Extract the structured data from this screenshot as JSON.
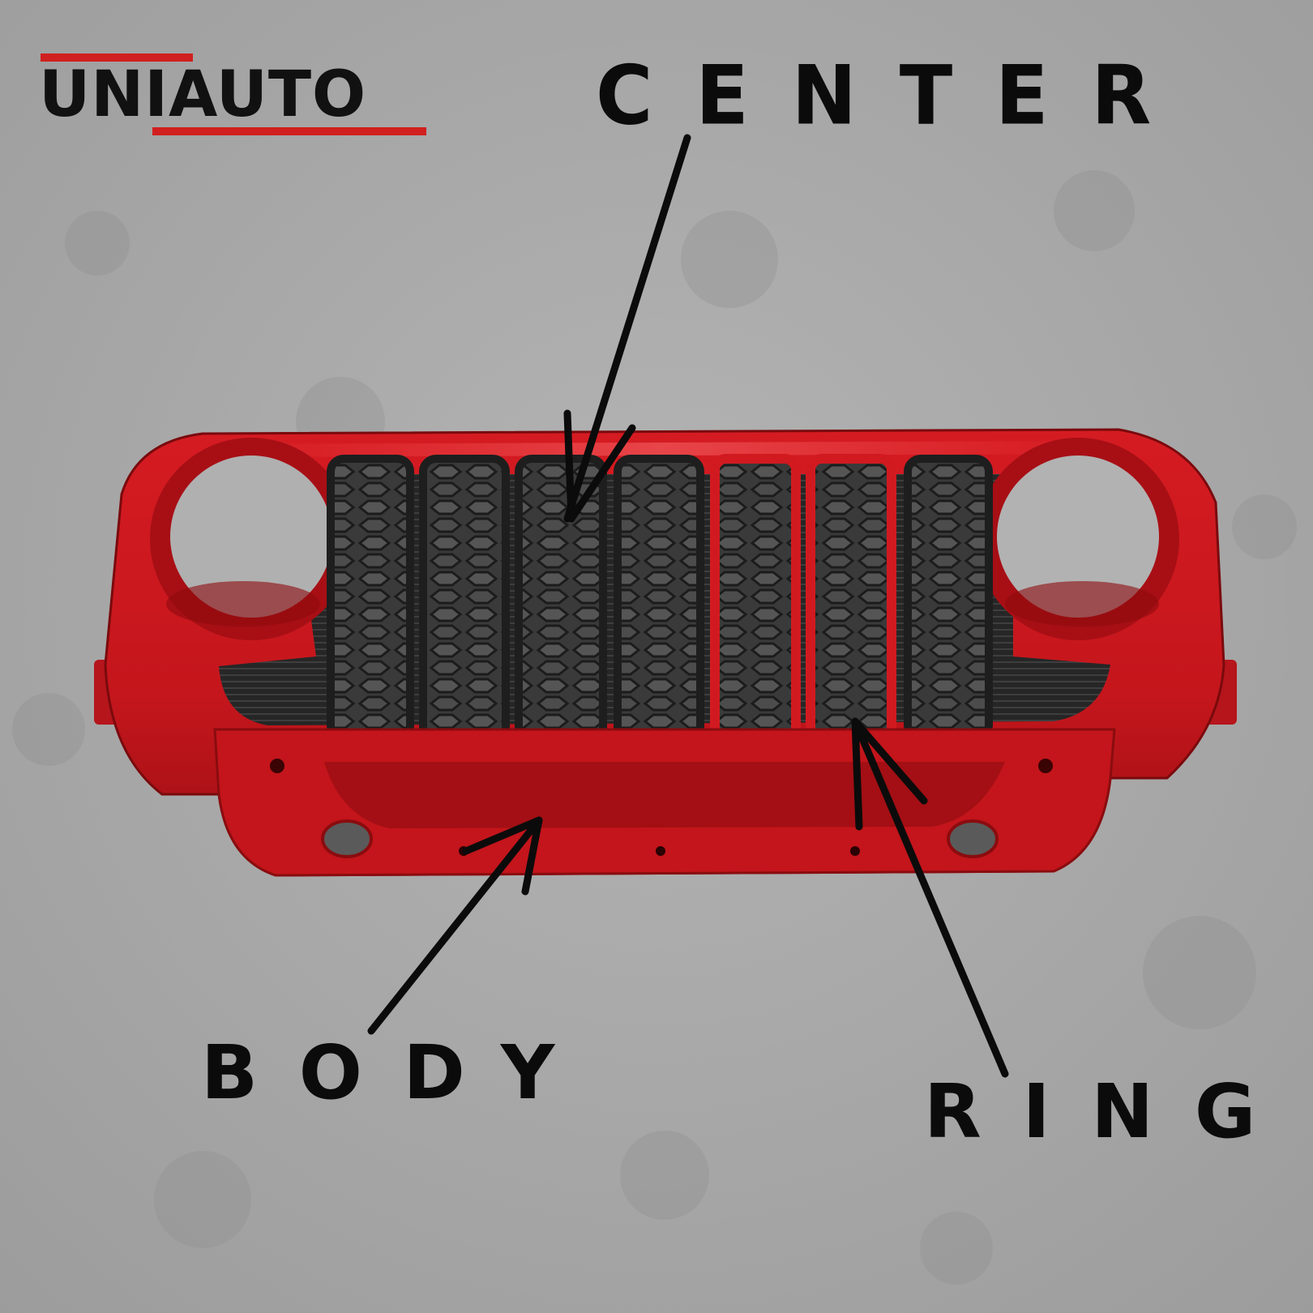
{
  "logo": {
    "text": "UNIAUTO",
    "accent_color": "#d0201f",
    "text_color": "#111111"
  },
  "labels": {
    "center": "CENTER",
    "body": "BODY",
    "ring": "RING"
  },
  "colors": {
    "background": "#a9a9a9",
    "grille_body": "#c4161c",
    "grille_body_shade": "#8f0d10",
    "center_mesh": "#2b2b2b",
    "arrow": "#0b0b0b"
  },
  "grille": {
    "slot_count": 7,
    "red_ring_slots": [
      5,
      6
    ]
  }
}
